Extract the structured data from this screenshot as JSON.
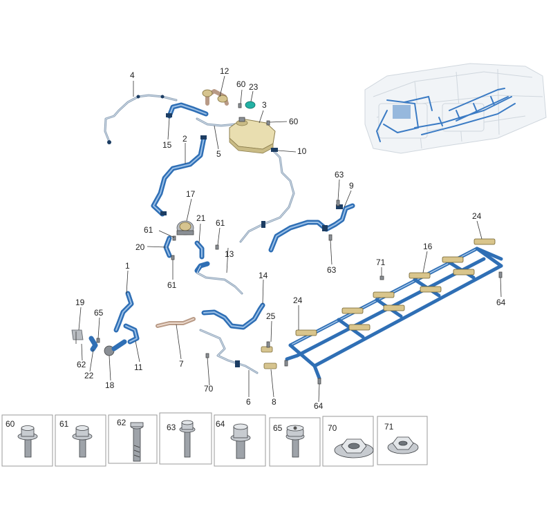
{
  "callouts": [
    {
      "id": "c4",
      "text": "4"
    },
    {
      "id": "c12",
      "text": "12"
    },
    {
      "id": "c60a",
      "text": "60"
    },
    {
      "id": "c23",
      "text": "23"
    },
    {
      "id": "c3",
      "text": "3"
    },
    {
      "id": "c60b",
      "text": "60"
    },
    {
      "id": "c15",
      "text": "15"
    },
    {
      "id": "c2",
      "text": "2"
    },
    {
      "id": "c5",
      "text": "5"
    },
    {
      "id": "c10",
      "text": "10"
    },
    {
      "id": "c63a",
      "text": "63"
    },
    {
      "id": "c9",
      "text": "9"
    },
    {
      "id": "c17",
      "text": "17"
    },
    {
      "id": "c21",
      "text": "21"
    },
    {
      "id": "c61a",
      "text": "61"
    },
    {
      "id": "c61b",
      "text": "61"
    },
    {
      "id": "c20",
      "text": "20"
    },
    {
      "id": "c13",
      "text": "13"
    },
    {
      "id": "c61c",
      "text": "61"
    },
    {
      "id": "c63b",
      "text": "63"
    },
    {
      "id": "c24a",
      "text": "24"
    },
    {
      "id": "c16",
      "text": "16"
    },
    {
      "id": "c71",
      "text": "71"
    },
    {
      "id": "c64a",
      "text": "64"
    },
    {
      "id": "c1",
      "text": "1"
    },
    {
      "id": "c14",
      "text": "14"
    },
    {
      "id": "c24b",
      "text": "24"
    },
    {
      "id": "c19",
      "text": "19"
    },
    {
      "id": "c65",
      "text": "65"
    },
    {
      "id": "c25",
      "text": "25"
    },
    {
      "id": "c62",
      "text": "62"
    },
    {
      "id": "c22",
      "text": "22"
    },
    {
      "id": "c11",
      "text": "11"
    },
    {
      "id": "c18",
      "text": "18"
    },
    {
      "id": "c7",
      "text": "7"
    },
    {
      "id": "c70",
      "text": "70"
    },
    {
      "id": "c6",
      "text": "6"
    },
    {
      "id": "c8",
      "text": "8"
    },
    {
      "id": "c64b",
      "text": "64"
    }
  ],
  "fasteners": [
    {
      "label": "60",
      "kind": "flange-bolt-long"
    },
    {
      "label": "61",
      "kind": "flange-bolt-short"
    },
    {
      "label": "62",
      "kind": "stud-bolt"
    },
    {
      "label": "63",
      "kind": "pan-bolt"
    },
    {
      "label": "64",
      "kind": "hex-bolt"
    },
    {
      "label": "65",
      "kind": "torx-bolt"
    },
    {
      "label": "70",
      "kind": "flange-nut-large"
    },
    {
      "label": "71",
      "kind": "flange-nut-small"
    }
  ]
}
